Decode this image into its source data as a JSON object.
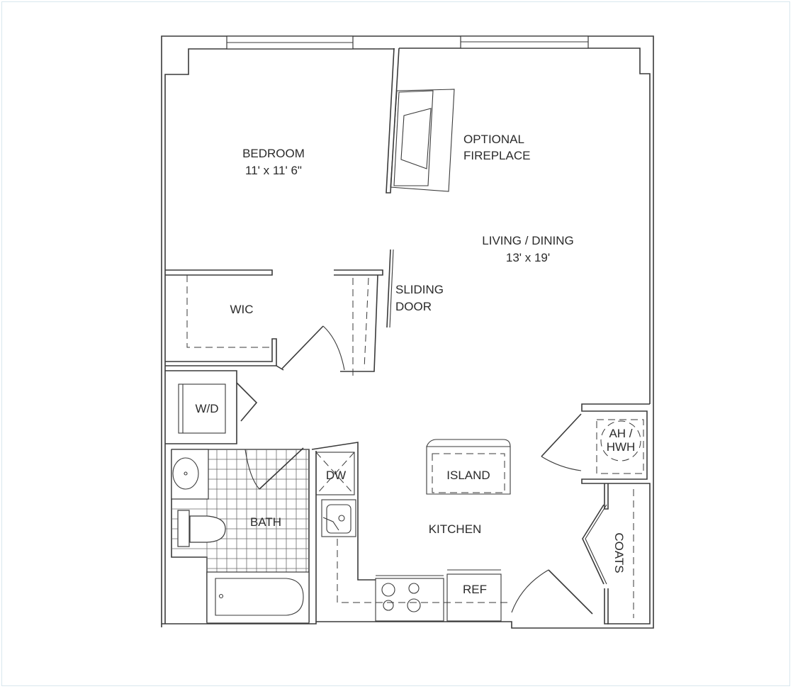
{
  "rooms": {
    "bedroom": {
      "name": "BEDROOM",
      "size": "11' x 11' 6\""
    },
    "living_dining": {
      "name": "LIVING / DINING",
      "size": "13' x 19'"
    },
    "fireplace": {
      "line1": "OPTIONAL",
      "line2": "FIREPLACE"
    },
    "sliding_door": {
      "line1": "SLIDING",
      "line2": "DOOR"
    },
    "wic": "WIC",
    "washer_dryer": "W/D",
    "water_heater": {
      "line1": "AH /",
      "line2": "HWH"
    },
    "dishwasher": "DW",
    "island": "ISLAND",
    "bath": "BATH",
    "kitchen": "KITCHEN",
    "refrigerator": "REF",
    "coats": "COATS"
  },
  "colors": {
    "line": "#3a3a3a",
    "frame": "#d8e7ee",
    "background": "#ffffff"
  }
}
